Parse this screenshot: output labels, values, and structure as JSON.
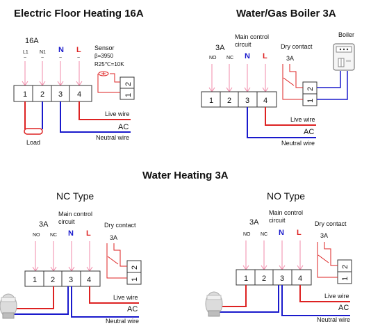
{
  "titles": {
    "floor": "Electric Floor Heating 16A",
    "boiler": "Water/Gas Boiler 3A",
    "water": "Water Heating 3A",
    "nc": "NC Type",
    "no": "NO Type"
  },
  "floor": {
    "rating": "16A",
    "inputs": [
      "L1",
      "N1",
      "N",
      "L"
    ],
    "tilde": "~",
    "sensor": {
      "title": "Sensor",
      "beta": "β=3950",
      "r25": "R25℃=10K"
    },
    "terminals": [
      "1",
      "2",
      "3",
      "4"
    ],
    "sensor_terms": [
      "1",
      "2"
    ],
    "load": "Load",
    "live": "Live wire",
    "ac": "AC",
    "neutral": "Neutral wire"
  },
  "boiler": {
    "rating": "3A",
    "main": "Main control",
    "circuit": "circuit",
    "dry": "Dry contact",
    "dry_rating": "3A",
    "device": "Boiler",
    "inputs": [
      "NO",
      "NC",
      "N",
      "L"
    ],
    "terminals": [
      "1",
      "2",
      "3",
      "4"
    ],
    "dc_terms": [
      "2",
      "1"
    ],
    "live": "Live wire",
    "ac": "AC",
    "neutral": "Neutral wire"
  },
  "nc": {
    "rating": "3A",
    "main": "Main control",
    "circuit": "circuit",
    "dry": "Dry contact",
    "dry_rating": "3A",
    "inputs": [
      "NO",
      "NC",
      "N",
      "L"
    ],
    "terminals": [
      "1",
      "2",
      "3",
      "4"
    ],
    "dc_terms": [
      "2",
      "1"
    ],
    "live": "Live wire",
    "ac": "AC",
    "neutral": "Neutral wire"
  },
  "no": {
    "rating": "3A",
    "main": "Main control",
    "circuit": "circuit",
    "dry": "Dry contact",
    "dry_rating": "3A",
    "inputs": [
      "NO",
      "NC",
      "N",
      "L"
    ],
    "terminals": [
      "1",
      "2",
      "3",
      "4"
    ],
    "dc_terms": [
      "2",
      "1"
    ],
    "live": "Live wire",
    "ac": "AC",
    "neutral": "Neutral wire"
  },
  "colors": {
    "live": "#dd2222",
    "neutral": "#1a1acc",
    "input": "#f08aa8",
    "line": "#333333"
  },
  "icons": [
    "boiler-icon",
    "actuator-icon",
    "thermistor-icon"
  ]
}
